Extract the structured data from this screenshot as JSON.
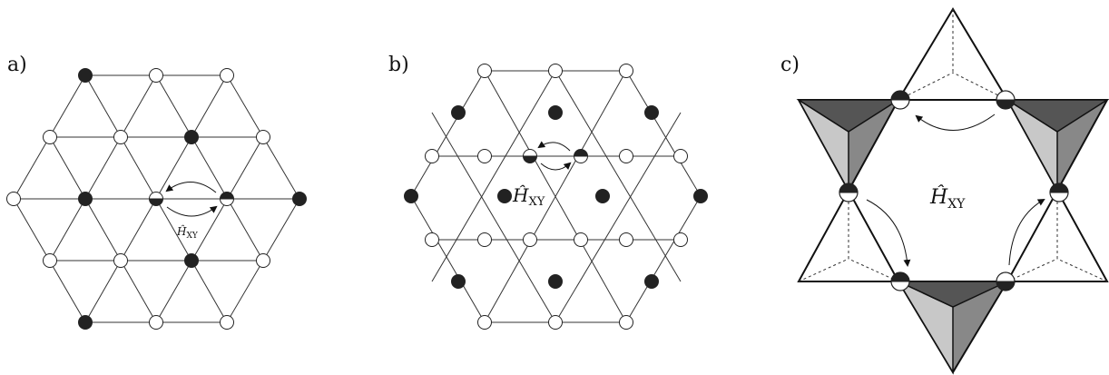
{
  "panels": [
    {
      "label": "a)",
      "lattice": "triangular",
      "operator": "Ĥ",
      "operator_subscript": "XY"
    },
    {
      "label": "b)",
      "lattice": "kagome",
      "operator": "Ĥ",
      "operator_subscript": "XY"
    },
    {
      "label": "c)",
      "lattice": "pyrochlore",
      "operator": "Ĥ",
      "operator_subscript": "XY"
    }
  ],
  "colors": {
    "occupied": "#222222",
    "empty": "#ffffff",
    "tetra_dark": "#555555",
    "tetra_mid": "#888888",
    "tetra_light": "#c8c8c8"
  }
}
